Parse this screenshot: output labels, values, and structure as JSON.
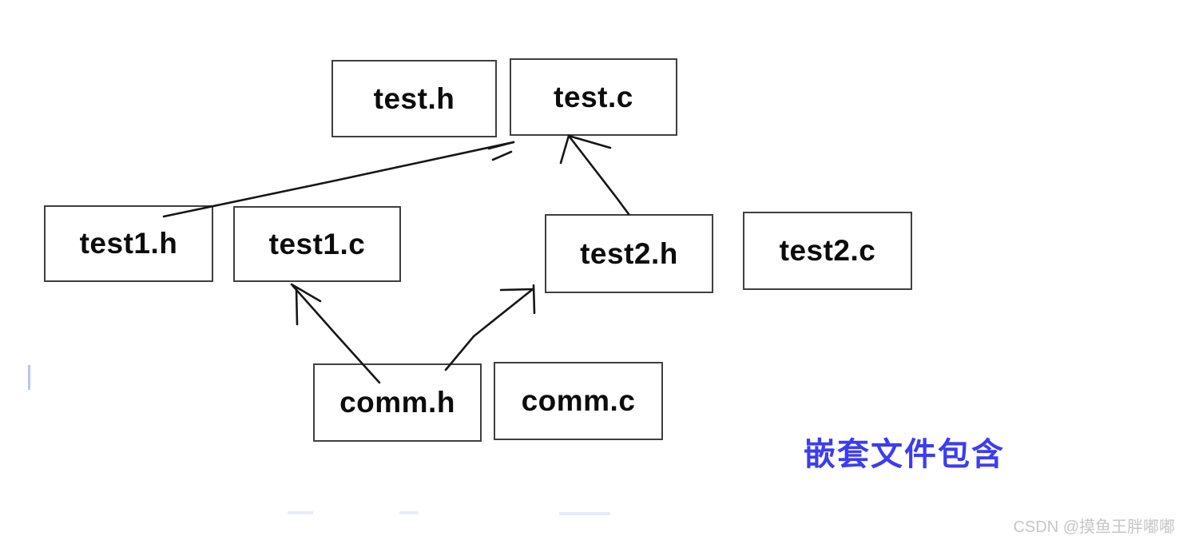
{
  "diagram": {
    "caption": {
      "text": "嵌套文件包含",
      "color": "#3c3cf2"
    },
    "watermark": {
      "text": "CSDN @摸鱼王胖嘟嘟",
      "color": "#c6c6c6"
    },
    "box_border_color": "#3f3f3f",
    "arrow_color": "#161616",
    "boxes": [
      {
        "id": "test.h",
        "label": "test.h"
      },
      {
        "id": "test.c",
        "label": "test.c"
      },
      {
        "id": "test1.h",
        "label": "test1.h"
      },
      {
        "id": "test1.c",
        "label": "test1.c"
      },
      {
        "id": "test2.h",
        "label": "test2.h"
      },
      {
        "id": "test2.c",
        "label": "test2.c"
      },
      {
        "id": "comm.h",
        "label": "comm.h"
      },
      {
        "id": "comm.c",
        "label": "comm.c"
      }
    ],
    "arrows": [
      {
        "from": "test1.h",
        "to": "test.c"
      },
      {
        "from": "test2.h",
        "to": "test.c"
      },
      {
        "from": "comm.h",
        "to": "test1.c"
      },
      {
        "from": "comm.h",
        "to": "test2.h"
      }
    ]
  }
}
